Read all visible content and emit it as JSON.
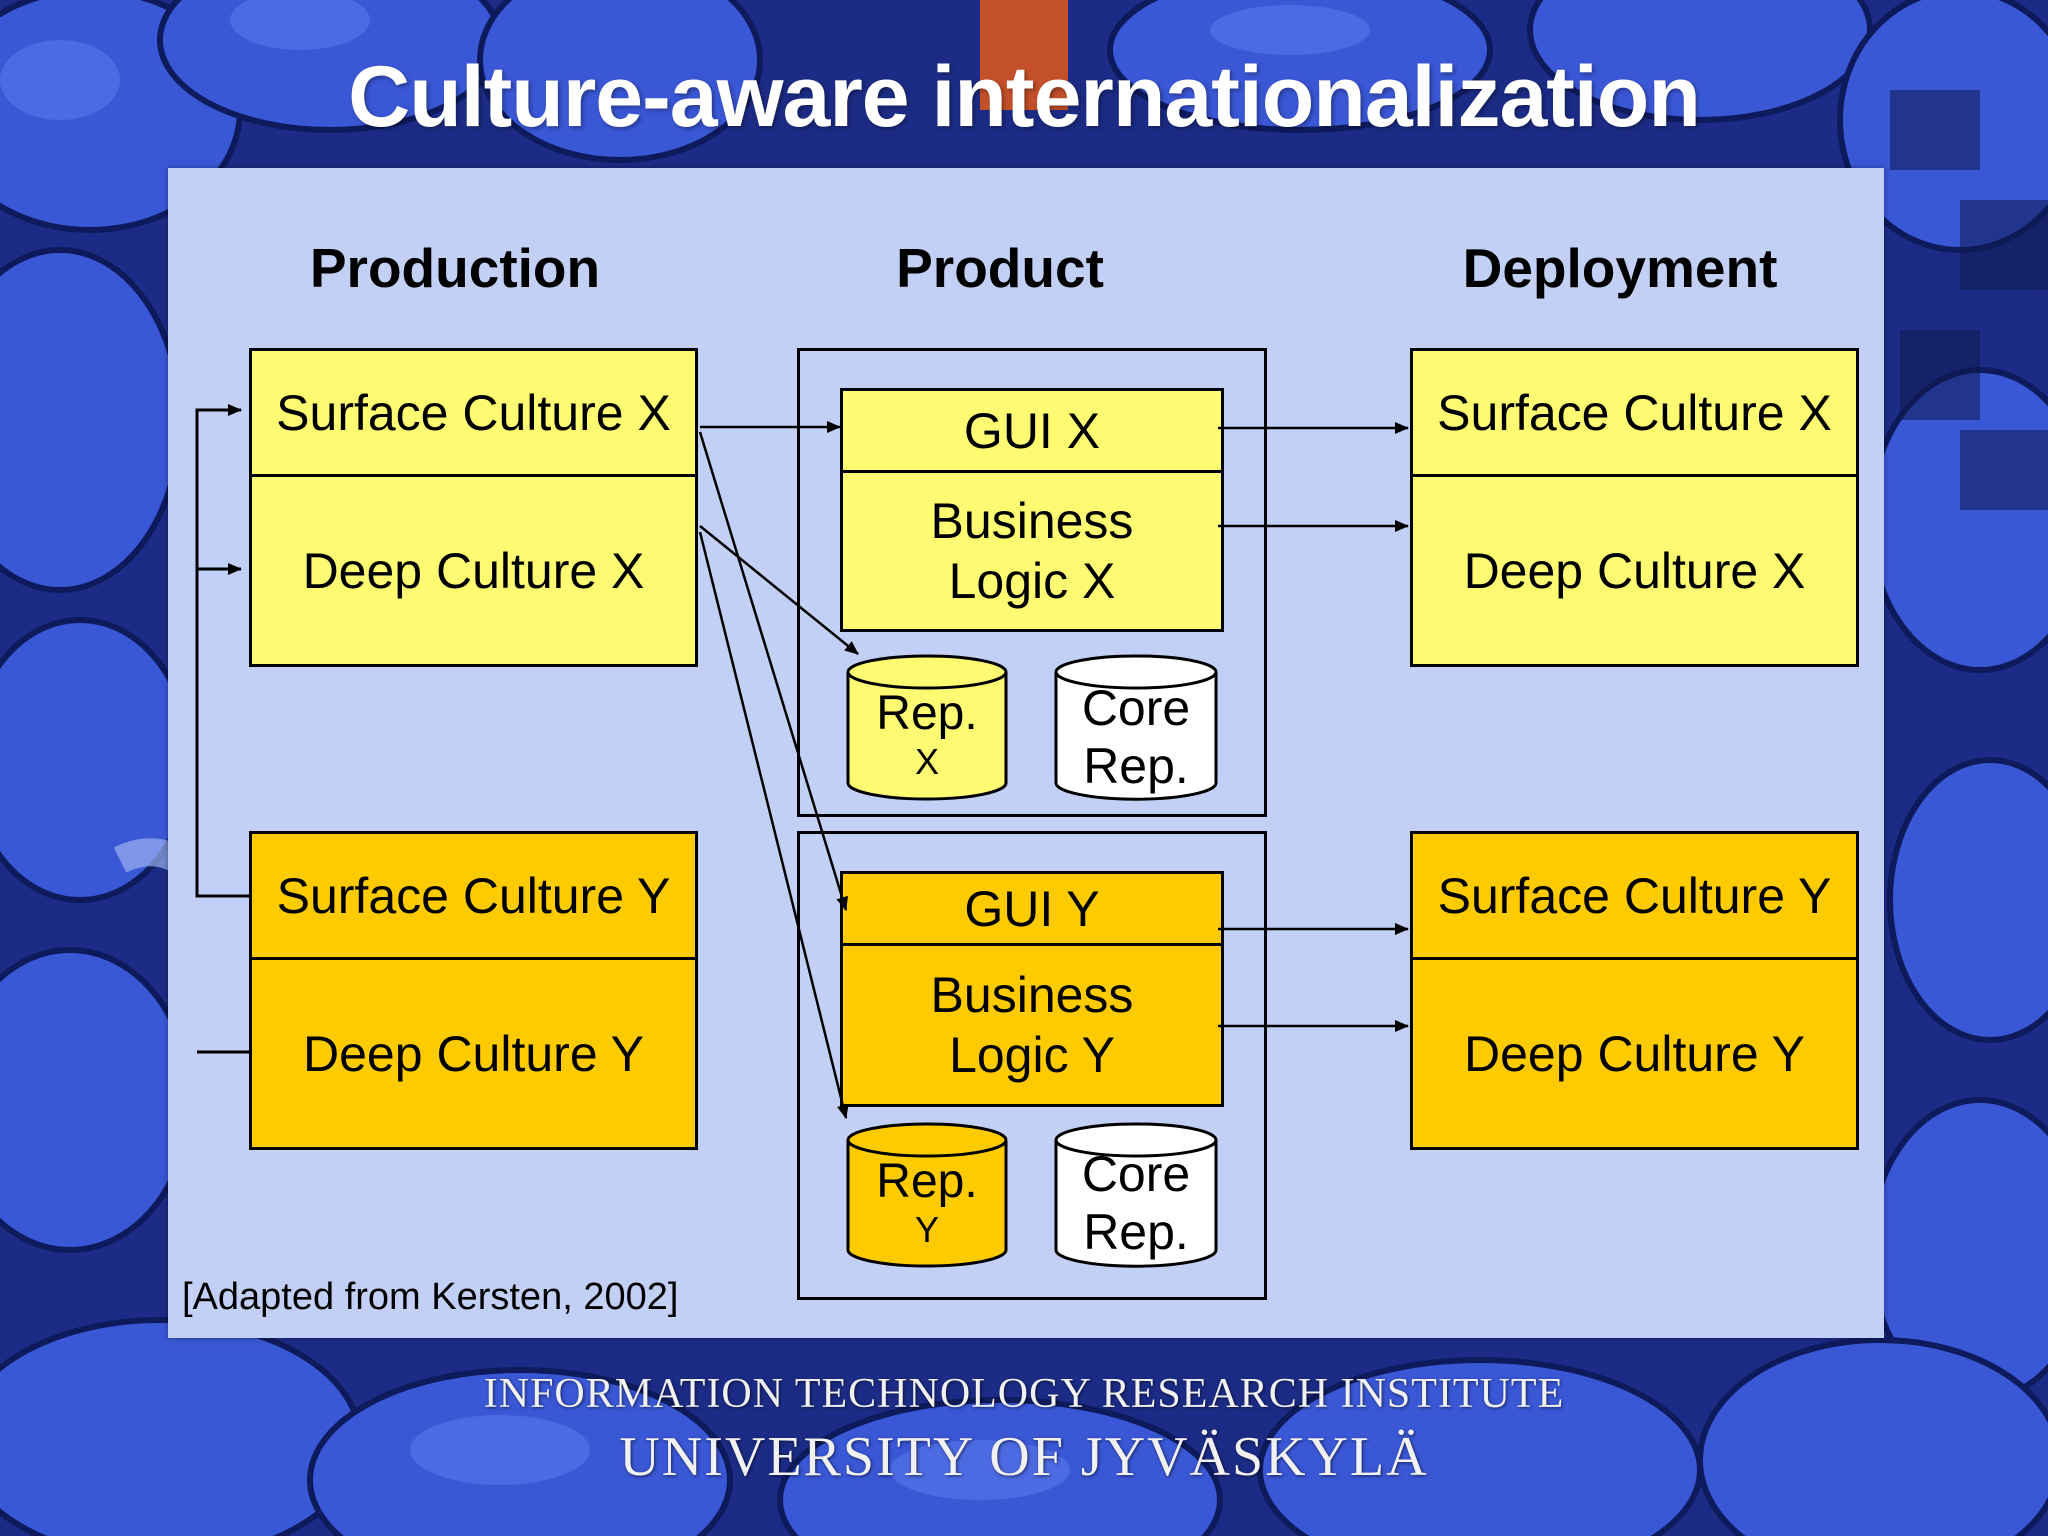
{
  "title": "Culture-aware internationalization",
  "columns": {
    "production": "Production",
    "product": "Product",
    "deployment": "Deployment"
  },
  "production": {
    "x": {
      "surface": "Surface Culture X",
      "deep": "Deep Culture X"
    },
    "y": {
      "surface": "Surface Culture Y",
      "deep": "Deep Culture Y"
    }
  },
  "product": {
    "x": {
      "gui": "GUI X",
      "logic_line1": "Business",
      "logic_line2": "Logic X",
      "rep_line1": "Rep.",
      "rep_line2": "X",
      "core_line1": "Core",
      "core_line2": "Rep."
    },
    "y": {
      "gui": "GUI Y",
      "logic_line1": "Business",
      "logic_line2": "Logic  Y",
      "rep_line1": "Rep.",
      "rep_line2": "Y",
      "core_line1": "Core",
      "core_line2": "Rep."
    }
  },
  "deployment": {
    "x": {
      "surface": "Surface Culture X",
      "deep": "Deep Culture X"
    },
    "y": {
      "surface": "Surface Culture Y",
      "deep": "Deep Culture Y"
    }
  },
  "citation": "[Adapted from Kersten, 2002]",
  "footer": {
    "institute": "INFORMATION TECHNOLOGY RESEARCH INSTITUTE",
    "university": "UNIVERSITY OF JYVÄSKYLÄ"
  },
  "colors": {
    "light_yellow": "#fefb72",
    "dark_yellow": "#fecb00",
    "panel": "#c2d0f6",
    "background": "#1d2f8a",
    "accent_bar": "#c4502a"
  }
}
